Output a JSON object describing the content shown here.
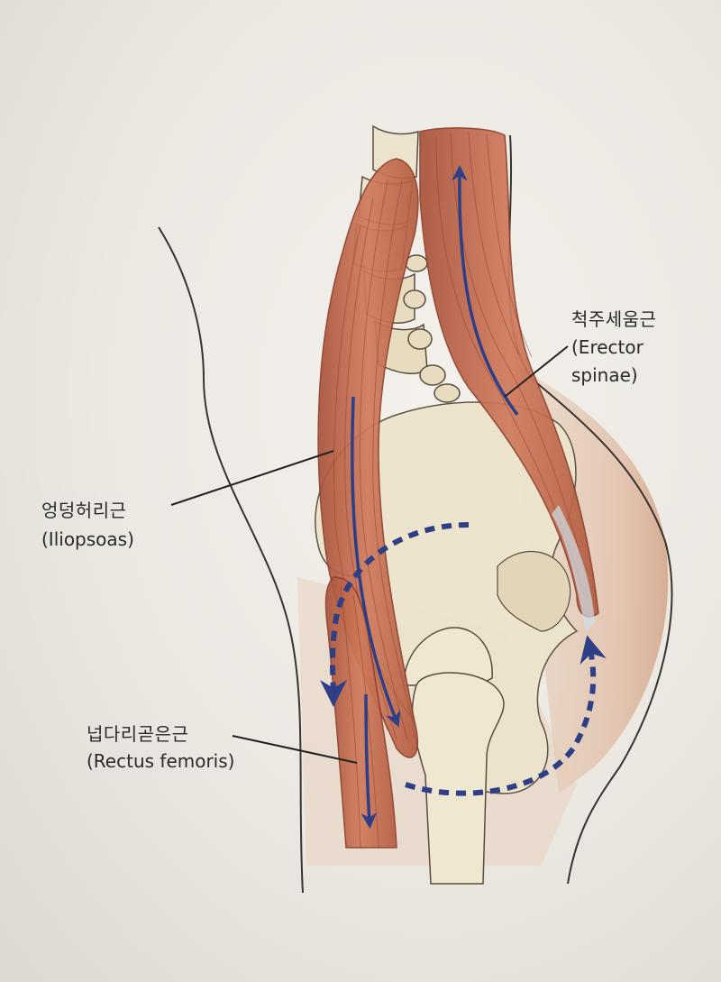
{
  "labels": {
    "erector": {
      "korean": "척주세움근",
      "english_line1": "(Erector",
      "english_line2": "spinae)"
    },
    "iliopsoas": {
      "korean": "엉덩허리근",
      "english": "(Iliopsoas)"
    },
    "rectus": {
      "korean": "넙다리곧은근",
      "english": "(Rectus femoris)"
    }
  },
  "colors": {
    "muscle": "#c8684a",
    "muscle_dark": "#9c4a33",
    "bone": "#ece4cc",
    "skin": "#e0b89c",
    "arrow": "#2f3f86",
    "outline": "#3a3330"
  }
}
